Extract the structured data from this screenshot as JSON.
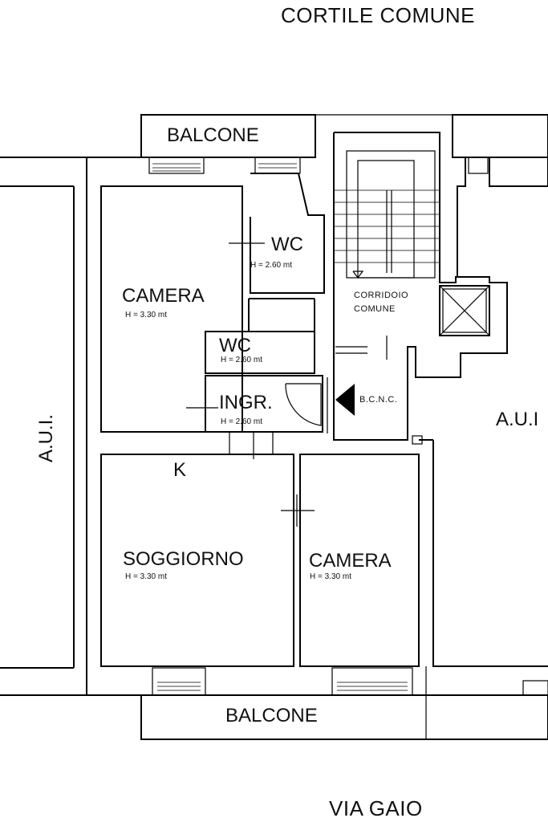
{
  "labels": {
    "top_street": "CORTILE COMUNE",
    "bottom_street": "VIA GAIO",
    "balcony_top": "BALCONE",
    "balcony_bottom": "BALCONE",
    "aui_left": "A.U.I.",
    "aui_right": "A.U.I",
    "corridor_line1": "CORRIDOIO",
    "corridor_line2": "COMUNE",
    "bcnc": "B.C.N.C.",
    "kitchen": "K"
  },
  "rooms": [
    {
      "key": "camera_1",
      "name": "CAMERA",
      "height": "H = 3.30 mt"
    },
    {
      "key": "wc_1",
      "name": "WC",
      "height": "H = 2.60 mt"
    },
    {
      "key": "wc_2",
      "name": "WC",
      "height": "H = 2.60 mt"
    },
    {
      "key": "ingresso",
      "name": "INGR.",
      "height": "H = 2.60 mt"
    },
    {
      "key": "soggiorno",
      "name": "SOGGIORNO",
      "height": "H = 3.30 mt"
    },
    {
      "key": "camera_2",
      "name": "CAMERA",
      "height": "H = 3.30 mt"
    }
  ]
}
